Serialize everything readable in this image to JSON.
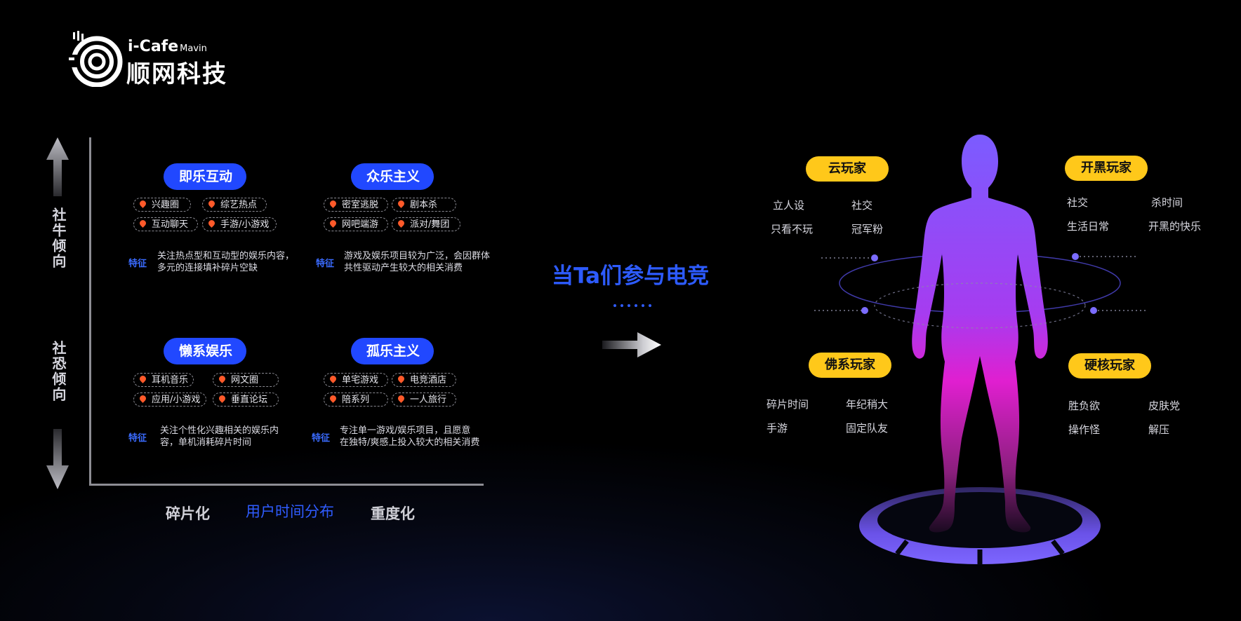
{
  "logo": {
    "latin": "i-Cafe",
    "latin_small": "Mavin",
    "cn": "顺网科技"
  },
  "axes": {
    "y_top": "社牛倾向",
    "y_bottom": "社恐倾向",
    "x_left": "碎片化",
    "x_center": "用户时间分布",
    "x_right": "重度化"
  },
  "quadrants": [
    {
      "title": "即乐互动",
      "tags": [
        "兴趣圈",
        "综艺热点",
        "互动聊天",
        "手游/小游戏"
      ],
      "feature_label": "特征",
      "feature": [
        "关注热点型和互动型的娱乐内容，",
        "多元的连接填补碎片空缺"
      ]
    },
    {
      "title": "众乐主义",
      "tags": [
        "密室逃脱",
        "剧本杀",
        "网吧端游",
        "派对/舞团"
      ],
      "feature_label": "特征",
      "feature": [
        "游戏及娱乐项目较为广泛，会因群体",
        "共性驱动产生较大的相关消费"
      ]
    },
    {
      "title": "懒系娱乐",
      "tags": [
        "耳机音乐",
        "网文圈",
        "应用/小游戏",
        "垂直论坛"
      ],
      "feature_label": "特征",
      "feature": [
        "关注个性化兴趣相关的娱乐内",
        "容，单机消耗碎片时间"
      ]
    },
    {
      "title": "孤乐主义",
      "tags": [
        "单宅游戏",
        "电竞酒店",
        "陪系列",
        "一人旅行"
      ],
      "feature_label": "特征",
      "feature": [
        "专注单一游戏/娱乐项目，且愿意",
        "在独特/爽感上投入较大的相关消费"
      ]
    }
  ],
  "center": {
    "title": "当Ta们参与电竞"
  },
  "player_types": [
    {
      "name": "云玩家",
      "traits": [
        "立人设",
        "社交",
        "只看不玩",
        "冠军粉"
      ]
    },
    {
      "name": "开黑玩家",
      "traits": [
        "社交",
        "杀时间",
        "生活日常",
        "开黑的快乐"
      ]
    },
    {
      "name": "佛系玩家",
      "traits": [
        "碎片时间",
        "年纪稍大",
        "手游",
        "固定队友"
      ]
    },
    {
      "name": "硬核玩家",
      "traits": [
        "胜负欲",
        "皮肤党",
        "操作怪",
        "解压"
      ]
    }
  ],
  "colors": {
    "accent_blue": "#2148ff",
    "title_blue": "#2d5bff",
    "pin": "#ff5a2a",
    "pill_yellow": "#ffc81a",
    "figure_top": "#7b5cff",
    "figure_mid": "#e01fd0"
  }
}
